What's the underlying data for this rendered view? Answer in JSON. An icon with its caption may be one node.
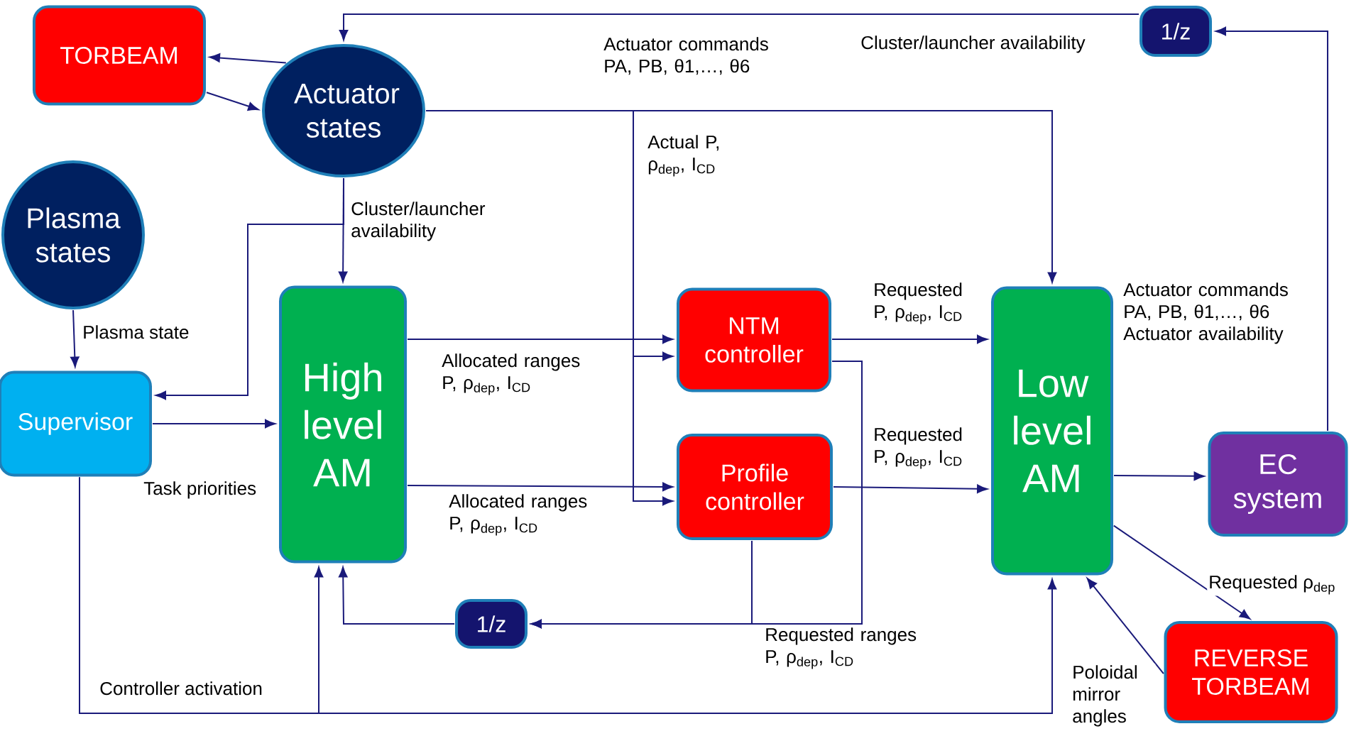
{
  "diagram": {
    "nodes": [
      {
        "text": [
          "TORBEAM"
        ]
      },
      {
        "text": [
          "Actuator states"
        ]
      },
      {
        "text": [
          "Plasma states"
        ]
      },
      {
        "text": [
          "Supervisor"
        ]
      },
      {
        "text": [
          "High level AM"
        ]
      },
      {
        "text": [
          "NTM controller"
        ]
      },
      {
        "text": [
          "Profile controller"
        ]
      },
      {
        "text": [
          "Low level AM"
        ]
      },
      {
        "text": [
          "EC system"
        ]
      },
      {
        "text": [
          "1/z"
        ]
      },
      {
        "text": [
          "1/z"
        ]
      },
      {
        "text": [
          "REVERSE TORBEAM"
        ]
      }
    ],
    "edges": [
      {
        "from": 1,
        "to": 0,
        "arrow": "to"
      },
      {
        "from": 0,
        "to": 1,
        "arrow": "to"
      },
      {
        "from": 1,
        "to": 4,
        "arrow": "to",
        "label": "Cluster/launcher availability"
      },
      {
        "from": 1,
        "to": 3,
        "arrow": "to"
      },
      {
        "from": 2,
        "to": 3,
        "arrow": "to",
        "label": "Plasma state"
      },
      {
        "from": 3,
        "to": 4,
        "arrow": "to",
        "label": "Task priorities"
      },
      {
        "from": 3,
        "to": 7,
        "arrow": "to",
        "label": "Controller activation"
      },
      {
        "from": 3,
        "to": 4,
        "arrow": "to"
      },
      {
        "from": 4,
        "to": 5,
        "arrow": "to",
        "label": "Allocated ranges P, ρ$_{dep}$, I$_{CD}$"
      },
      {
        "from": 4,
        "to": 6,
        "arrow": "to",
        "label": "Allocated ranges P, ρ$_{dep}$, I$_{CD}$"
      },
      {
        "from": 1,
        "to": 7,
        "arrow": "to"
      },
      {
        "from": 1,
        "to": 5,
        "arrow": "to",
        "label": "Actual P, ρ$_{dep}$, I$_{CD}$"
      },
      {
        "from": 1,
        "to": 6,
        "arrow": "to"
      },
      {
        "from": 5,
        "to": 7,
        "arrow": "to",
        "label": "Requested P, ρ$_{dep}$, I$_{CD}$"
      },
      {
        "from": 6,
        "to": 7,
        "arrow": "to",
        "label": "Requested P, ρ$_{dep}$, I$_{CD}$"
      },
      {
        "from": 5,
        "to": 10,
        "arrow": "to",
        "label": "Requested ranges P, ρ$_{dep}$, I$_{CD}$"
      },
      {
        "from": 6,
        "to": 10,
        "arrow": "to"
      },
      {
        "from": 10,
        "to": 4,
        "arrow": "to"
      },
      {
        "from": 7,
        "to": 8,
        "arrow": "to"
      },
      {
        "from": 8,
        "to": 9,
        "arrow": "to",
        "label": "Actuator commands PA, PB, θ1,…, θ6 Actuator availability"
      },
      {
        "from": 9,
        "to": 1,
        "arrow": "to",
        "label": "Cluster/launcher availability"
      },
      {
        "from": 7,
        "to": 11,
        "arrow": "to",
        "label": "Requested ρ$_{dep}$"
      },
      {
        "from": 11,
        "to": 7,
        "arrow": "to",
        "label": "Poloidal mirror angles"
      }
    ],
    "labels": [
      "Actuator commands PA, PB, θ1,…, θ6"
    ]
  }
}
